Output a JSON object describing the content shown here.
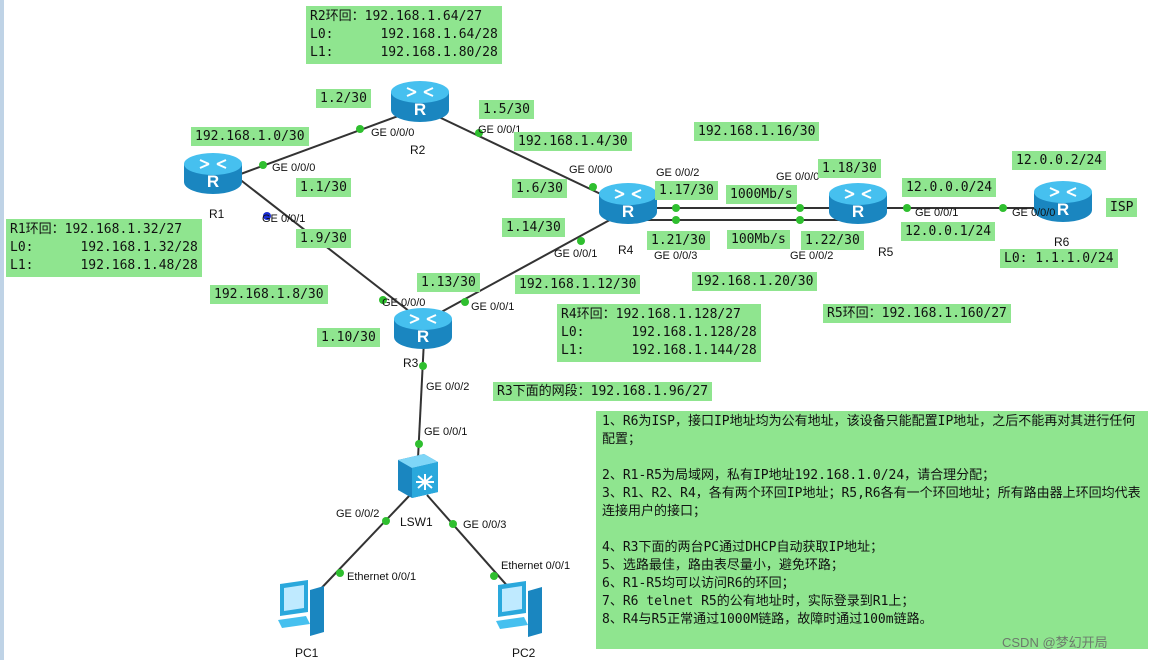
{
  "labels": {
    "r2_loop_title": "R2环回：192.168.1.64/27",
    "r2_l0": "L0:      192.168.1.64/28",
    "r2_l1": "L1:      192.168.1.80/28",
    "r1_loop_title": "R1环回：192.168.1.32/27",
    "r1_l0": "L0:      192.168.1.32/28",
    "r1_l1": "L1:      192.168.1.48/28",
    "r4_loop_title": "R4环回：192.168.1.128/27",
    "r4_l0": "L0:      192.168.1.128/28",
    "r4_l1": "L1:      192.168.1.144/28",
    "r5_loop": "R5环回：192.168.1.160/27",
    "r3_subnet": "R3下面的网段：192.168.1.96/27",
    "ip_1_2": "1.2/30",
    "ip_1_5": "1.5/30",
    "net_1_0": "192.168.1.0/30",
    "net_1_4": "192.168.1.4/30",
    "net_1_16": "192.168.1.16/30",
    "ip_1_18": "1.18/30",
    "isp_ip": "12.0.0.2/24",
    "ip_1_1": "1.1/30",
    "ip_1_6": "1.6/30",
    "ip_1_17": "1.17/30",
    "bw_1000": "1000Mb/s",
    "net_12_0": "12.0.0.0/24",
    "isp_label": "ISP",
    "ip_1_14": "1.14/30",
    "ip_12_1": "12.0.0.1/24",
    "ip_1_9": "1.9/30",
    "ip_1_21": "1.21/30",
    "bw_100": "100Mb/s",
    "ip_1_22": "1.22/30",
    "r6_l0": "L0: 1.1.1.0/24",
    "net_1_8": "192.168.1.8/30",
    "ip_1_13": "1.13/30",
    "net_1_12": "192.168.1.12/30",
    "net_1_20": "192.168.1.20/30",
    "ip_1_10": "1.10/30"
  },
  "ports": {
    "r2_g000": "GE 0/0/0",
    "r2_g001": "GE 0/0/1",
    "r1_g000": "GE 0/0/0",
    "r1_g001": "GE 0/0/1",
    "r4_g000": "GE 0/0/0",
    "r4_g002": "GE 0/0/2",
    "r4_g001": "GE 0/0/1",
    "r4_g003": "GE 0/0/3",
    "r5_g000": "GE 0/0/0",
    "r5_g002": "GE 0/0/2",
    "r5_g001": "GE 0/0/1",
    "r6_g000": "GE 0/0/0",
    "r3_g000": "GE 0/0/0",
    "r3_g001": "GE 0/0/1",
    "r3_g002": "GE 0/0/2",
    "sw_g001": "GE 0/0/1",
    "sw_g002": "GE 0/0/2",
    "sw_g003": "GE 0/0/3",
    "pc1_eth": "Ethernet 0/0/1",
    "pc2_eth": "Ethernet 0/0/1"
  },
  "devices": {
    "r1": "R1",
    "r2": "R2",
    "r3": "R3",
    "r4": "R4",
    "r5": "R5",
    "r6": "R6",
    "lsw1": "LSW1",
    "pc1": "PC1",
    "pc2": "PC2"
  },
  "notes": [
    "1、R6为ISP，接口IP地址均为公有地址，该设备只能配置IP地址，之后不能再对其进行任何配置；",
    "2、R1-R5为局域网，私有IP地址192.168.1.0/24，请合理分配；",
    "3、R1、R2、R4，各有两个环回IP地址；R5,R6各有一个环回地址；所有路由器上环回均代表连接用户的接口；",
    "4、R3下面的两台PC通过DHCP自动获取IP地址；",
    "5、选路最佳，路由表尽量小，避免环路；",
    "6、R1-R5均可以访问R6的环回；",
    "7、R6 telnet R5的公有地址时，实际登录到R1上；",
    "8、R4与R5正常通过1000M链路，故障时通过100m链路。"
  ],
  "watermark": "CSDN @梦幻开局",
  "colors": {
    "label_bg": "#8fe58f",
    "router": "#2aa8dc",
    "link": "#333333",
    "up_dot": "#2fbf2f",
    "down_dot": "#1c2fd6"
  }
}
